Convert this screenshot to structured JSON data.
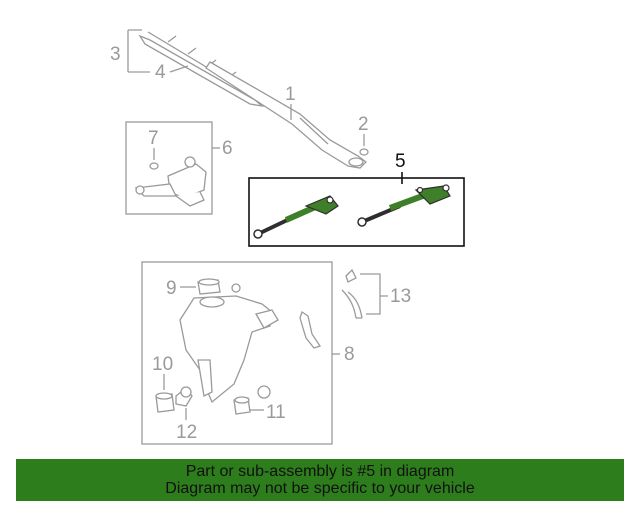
{
  "callouts": {
    "c1": "1",
    "c2": "2",
    "c3": "3",
    "c4": "4",
    "c5": "5",
    "c6": "6",
    "c7": "7",
    "c8": "8",
    "c9": "9",
    "c10": "10",
    "c11": "11",
    "c12": "12",
    "c13": "13"
  },
  "highlighted_part": "5",
  "colors": {
    "highlight_box": "#111111",
    "highlight_part": "#3f7f2a",
    "banner_bg": "#2e7d1c",
    "line_gray": "#9a9a9a"
  },
  "banner": {
    "line1": "Part or sub-assembly is #5 in diagram",
    "line2": "Diagram may not be specific to your vehicle"
  }
}
